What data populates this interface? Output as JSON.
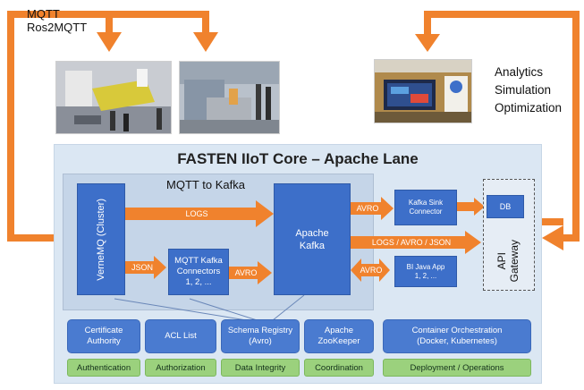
{
  "top_left_labels": [
    "MQTT",
    "Ros2MQTT"
  ],
  "analytics_labels": [
    "Analytics",
    "Simulation",
    "Optimization"
  ],
  "core_title": "FASTEN IIoT Core – Apache Lane",
  "inner_title": "MQTT to Kafka",
  "nodes": {
    "vernemq": "VerneMQ (Cluster)",
    "mqtt_kafka_connectors": [
      "MQTT Kafka",
      "Connectors",
      "1, 2, ..."
    ],
    "apache_kafka": [
      "Apache",
      "Kafka"
    ],
    "kafka_sink": [
      "Kafka Sink",
      "Connector"
    ],
    "bi_java": [
      "BI Java App",
      "1, 2, ..."
    ],
    "db": "DB",
    "api_gateway": [
      "API",
      "Gateway"
    ]
  },
  "arrow_labels": {
    "logs": "LOGS",
    "json": "JSON",
    "avro_connectors": "AVRO",
    "avro_sink": "AVRO",
    "logs_avro_json": "LOGS / AVRO / JSON",
    "avro_bi": "AVRO"
  },
  "bottom_services": [
    {
      "label": [
        "Certificate",
        "Authority"
      ],
      "category": "Authentication"
    },
    {
      "label": [
        "ACL List"
      ],
      "category": "Authorization"
    },
    {
      "label": [
        "Schema Registry",
        "(Avro)"
      ],
      "category": "Data Integrity"
    },
    {
      "label": [
        "Apache",
        "ZooKeeper"
      ],
      "category": "Coordination"
    }
  ],
  "orchestration": {
    "label": [
      "Container Orchestration",
      "(Docker, Kubernetes)"
    ],
    "category": "Deployment / Operations"
  },
  "colors": {
    "orange": "#f0822d",
    "blue": "#3d6fc9",
    "green": "#9bd17d",
    "panel": "#dbe7f3"
  }
}
